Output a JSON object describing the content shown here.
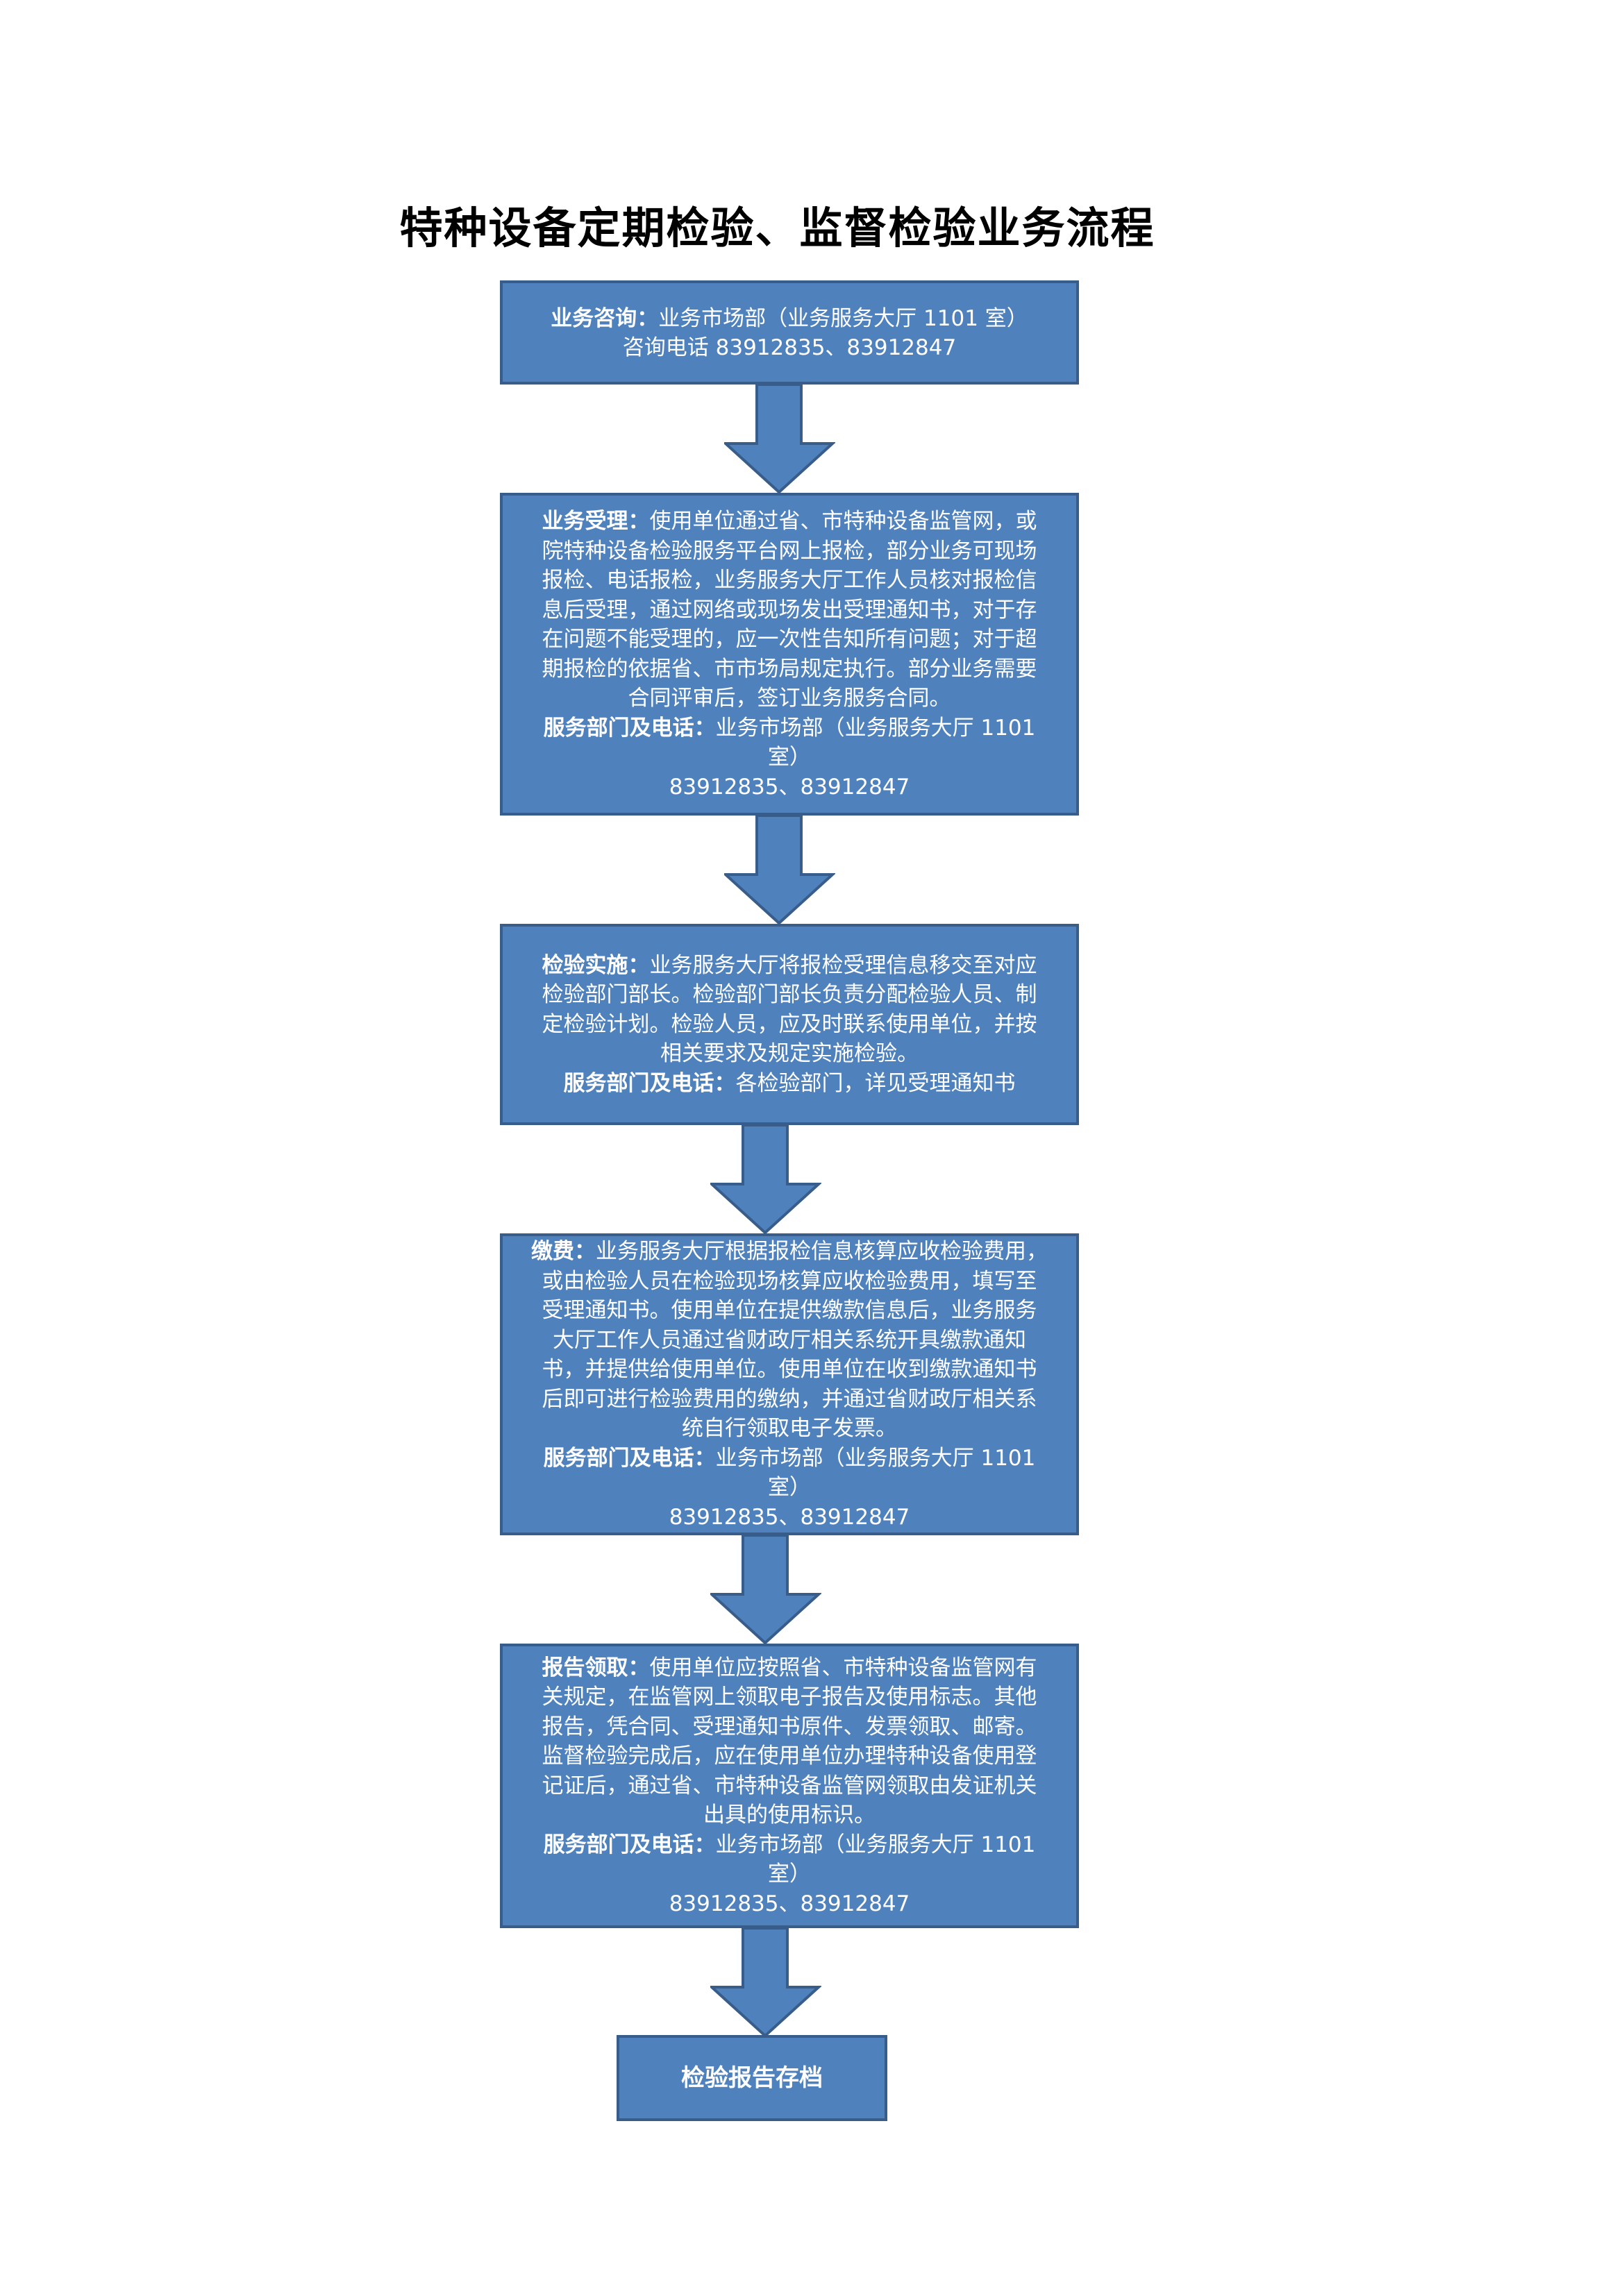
{
  "title": "特种设备定期检验、监督检验业务流程",
  "colors": {
    "box_fill": "#4f81bd",
    "box_border": "#385d8a",
    "text": "#ffffff"
  },
  "steps": [
    {
      "head": "业务咨询：",
      "lines": [
        "业务市场部（业务服务大厅 1101 室）",
        "咨询电话  83912835、83912847"
      ]
    },
    {
      "head": "业务受理：",
      "body_lines": [
        "使用单位通过省、市特种设备监管网，或",
        "院特种设备检验服务平台网上报检，部分业务可现场",
        "报检、电话报检，业务服务大厅工作人员核对报检信",
        "息后受理，通过网络或现场发出受理通知书，对于存",
        "在问题不能受理的，应一次性告知所有问题；对于超",
        "期报检的依据省、市市场局规定执行。部分业务需要",
        "合同评审后，签订业务服务合同。"
      ],
      "service_head": "服务部门及电话：",
      "service_line1": "业务市场部（业务服务大厅 1101 室）",
      "service_line2": "83912835、83912847"
    },
    {
      "head": "检验实施：",
      "body_lines": [
        "业务服务大厅将报检受理信息移交至对应",
        "检验部门部长。检验部门部长负责分配检验人员、制",
        "定检验计划。检验人员，应及时联系使用单位，并按",
        "相关要求及规定实施检验。"
      ],
      "service_head": "服务部门及电话：",
      "service_line1": "各检验部门，详见受理通知书"
    },
    {
      "head": "缴费：",
      "body_lines": [
        "业务服务大厅根据报检信息核算应收检验费用，",
        "或由检验人员在检验现场核算应收检验费用，填写至",
        "受理通知书。使用单位在提供缴款信息后，业务服务",
        "大厅工作人员通过省财政厅相关系统开具缴款通知",
        "书，并提供给使用单位。使用单位在收到缴款通知书",
        "后即可进行检验费用的缴纳，并通过省财政厅相关系",
        "统自行领取电子发票。"
      ],
      "service_head": "服务部门及电话：",
      "service_line1": "业务市场部（业务服务大厅 1101 室）",
      "service_line2": "83912835、83912847"
    },
    {
      "head": "报告领取：",
      "body_lines": [
        "使用单位应按照省、市特种设备监管网有",
        "关规定，在监管网上领取电子报告及使用标志。其他",
        "报告，凭合同、受理通知书原件、发票领取、邮寄。",
        "监督检验完成后，应在使用单位办理特种设备使用登",
        "记证后，通过省、市特种设备监管网领取由发证机关",
        "出具的使用标识。"
      ],
      "service_head": "服务部门及电话：",
      "service_line1": "业务市场部（业务服务大厅 1101 室）",
      "service_line2": "83912835、83912847"
    },
    {
      "label": "检验报告存档"
    }
  ]
}
